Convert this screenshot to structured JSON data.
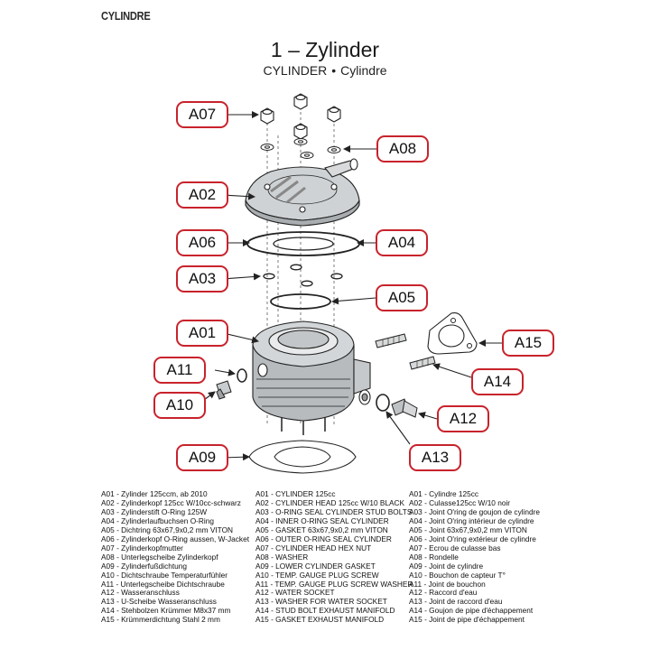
{
  "header": {
    "section_label": "CYLINDRE",
    "title": "1 – Zylinder",
    "subtitle_en": "CYLINDER",
    "subtitle_sep": "•",
    "subtitle_fr": "Cylindre"
  },
  "colors": {
    "callout_border": "#c8232c",
    "line": "#222222"
  },
  "callouts": {
    "a07": "A07",
    "a08": "A08",
    "a02": "A02",
    "a06": "A06",
    "a04": "A04",
    "a03": "A03",
    "a05": "A05",
    "a01": "A01",
    "a15": "A15",
    "a11": "A11",
    "a14": "A14",
    "a10": "A10",
    "a12": "A12",
    "a09": "A09",
    "a13": "A13"
  },
  "parts": {
    "german": [
      "A01 - Zylinder 125ccm, ab 2010",
      "A02 - Zylinderkopf 125cc W/10cc-schwarz",
      "A03 - Zylinderstift O-Ring 125W",
      "A04 - Zylinderlaufbuchsen O-Ring",
      "A05 - Dichtring 63x67,9x0,2 mm VITON",
      "A06 - Zylinderkopf O-Ring aussen, W-Jacket",
      "A07 - Zylinderkopfmutter",
      "A08 - Unterlegscheibe Zylinderkopf",
      "A09 - Zylinderfußdichtung",
      "A10 - Dichtschraube Temperaturfühler",
      "A11 - Unterlegscheibe Dichtschraube",
      "A12 - Wasseranschluss",
      "A13 - U-Scheibe Wasseranschluss",
      "A14 - Stehbolzen Krümmer M8x37 mm",
      "A15 - Krümmerdichtung Stahl 2 mm"
    ],
    "english": [
      "A01 - CYLINDER 125cc",
      "A02 - CYLINDER HEAD 125cc W/10 BLACK",
      "A03 - O-RING SEAL CYLINDER STUD BOLTS",
      "A04 - INNER O-RING SEAL CYLINDER",
      "A05 - GASKET 63x67,9x0,2 mm VITON",
      "A06 - OUTER O-RING SEAL CYLINDER",
      "A07 - CYLINDER HEAD HEX NUT",
      "A08 - WASHER",
      "A09 - LOWER CYLINDER GASKET",
      "A10 - TEMP. GAUGE PLUG SCREW",
      "A11 - TEMP. GAUGE PLUG SCREW WASHER",
      "A12 - WATER SOCKET",
      "A13 - WASHER FOR WATER SOCKET",
      "A14 - STUD BOLT EXHAUST MANIFOLD",
      "A15 - GASKET EXHAUST MANIFOLD"
    ],
    "french": [
      "A01 - Cylindre 125cc",
      "A02 - Culasse125cc W/10 noir",
      "A03 - Joint O'ring de goujon de cylindre",
      "A04 - Joint O'ring intérieur de cylindre",
      "A05 - Joint 63x67,9x0,2 mm VITON",
      "A06 - Joint O'ring extérieur de cylindre",
      "A07 - Ecrou de culasse bas",
      "A08 - Rondelle",
      "A09 - Joint de cylindre",
      "A10 - Bouchon de capteur T°",
      "A11 - Joint de bouchon",
      "A12 - Raccord d'eau",
      "A13 - Joint de raccord d'eau",
      "A14 - Goujon de pipe d'échappement",
      "A15 - Joint de pipe d'échappement"
    ]
  }
}
